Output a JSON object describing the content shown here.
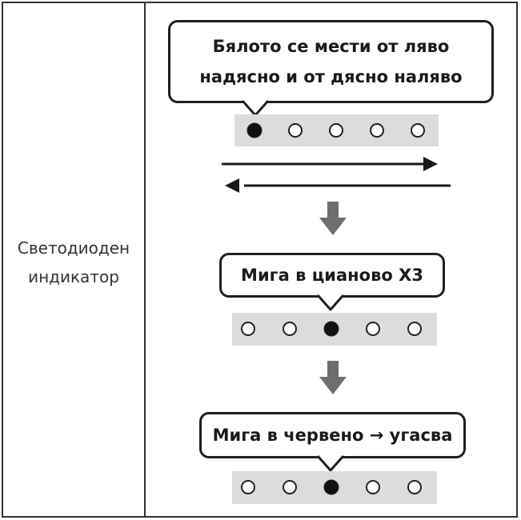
{
  "left_label": {
    "line1": "Светодиоден",
    "line2": "индикатор"
  },
  "step1": {
    "callout_line1": "Бялото се мести от ляво",
    "callout_line2": "надясно и от дясно наляво",
    "leds": [
      true,
      false,
      false,
      false,
      false
    ]
  },
  "step2": {
    "callout": "Мига в цианово X3",
    "leds": [
      false,
      false,
      true,
      false,
      false
    ]
  },
  "step3": {
    "callout": "Мига в червено → угасва",
    "leds": [
      false,
      false,
      true,
      false,
      false
    ]
  },
  "colors": {
    "frame": "#333333",
    "strip": "#dcdcdc",
    "arrow_down": "#6e6e6e",
    "led_on": "#111111"
  }
}
